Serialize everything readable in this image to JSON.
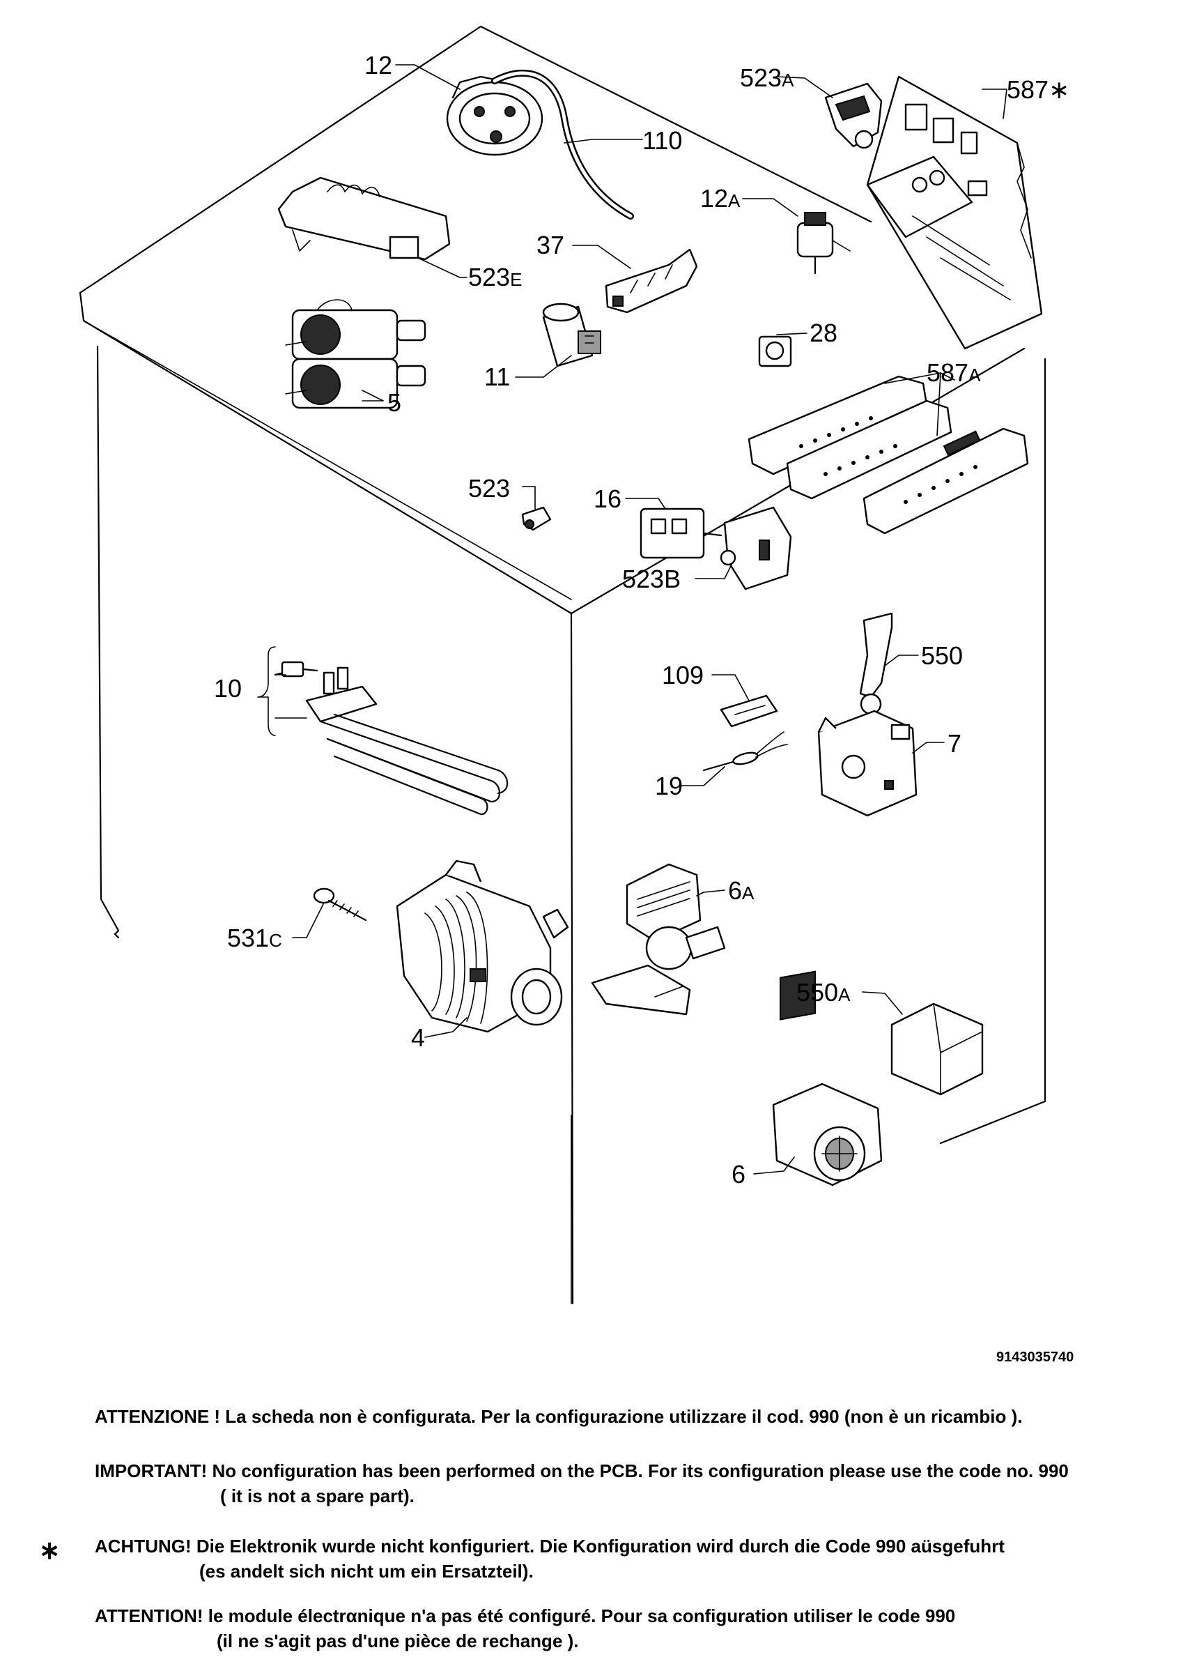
{
  "labels": {
    "p12": "12",
    "p110": "110",
    "p523a": "523",
    "p523a_s": "A",
    "p587s": "587",
    "p587s_s": "∗",
    "p12a": "12",
    "p12a_s": "A",
    "p37": "37",
    "p523e": "523",
    "p523e_s": "E",
    "p28": "28",
    "p11": "11",
    "p587a": "587",
    "p587a_s": "A",
    "p5": "5",
    "p523": "523",
    "p16": "16",
    "p523b": "523B",
    "p10": "10",
    "p109": "109",
    "p550": "550",
    "p7": "7",
    "p19": "19",
    "p6a": "6",
    "p6a_s": "A",
    "p531c": "531",
    "p531c_s": "C",
    "p4": "4",
    "p550a": "550",
    "p550a_s": "A",
    "p6": "6"
  },
  "doc_number": "9143035740",
  "notes": {
    "it": "ATTENZIONE ! La scheda non è  configurata. Per la configurazione utilizzare il cod. 990 (non è un ricambio ).",
    "en_1": "IMPORTANT! No configuration has been performed on the PCB. For its configuration please use the code no. 990",
    "en_2": "( it is not a spare part).",
    "de_1": "ACHTUNG! Die Elektronik wurde nicht konfiguriert. Die Konfiguration wird durch die Code 990 aüsgefuhrt",
    "de_2": "(es andelt sich nicht um ein Ersatzteil).",
    "fr_1": "ATTENTION! le module électrαnique n'a pas été configuré. Pour  sa configuration utiliser le code 990",
    "fr_2": "(il ne s'agit pas d'une pièce de rechange )."
  },
  "asterisk": "∗"
}
